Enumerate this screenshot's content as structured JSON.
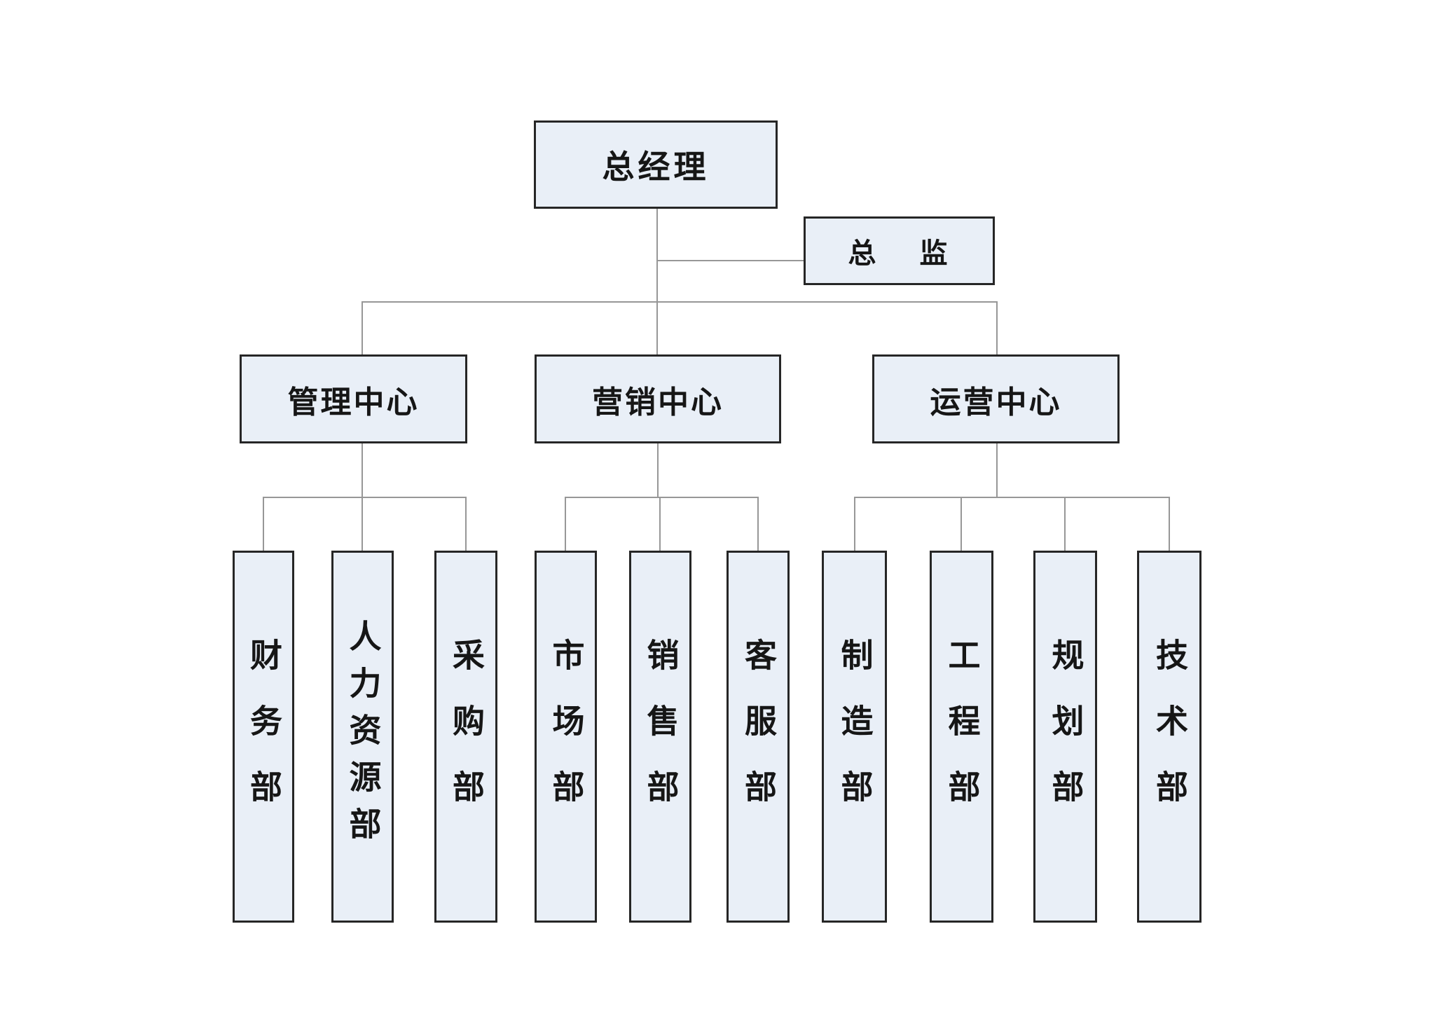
{
  "org": {
    "root": {
      "label": "总经理"
    },
    "staff": {
      "label": "总 监"
    },
    "centers": [
      {
        "label": "管理中心",
        "departments": [
          "财务部",
          "人力资源部",
          "采购部"
        ]
      },
      {
        "label": "营销中心",
        "departments": [
          "市场部",
          "销售部",
          "客服部"
        ]
      },
      {
        "label": "运营中心",
        "departments": [
          "制造部",
          "工程部",
          "规划部",
          "技术部"
        ]
      }
    ],
    "colors": {
      "background": "#ffffff",
      "box_fill": "#e9eff7",
      "box_border": "#262626",
      "connector": "#979797",
      "text": "#161616"
    }
  }
}
